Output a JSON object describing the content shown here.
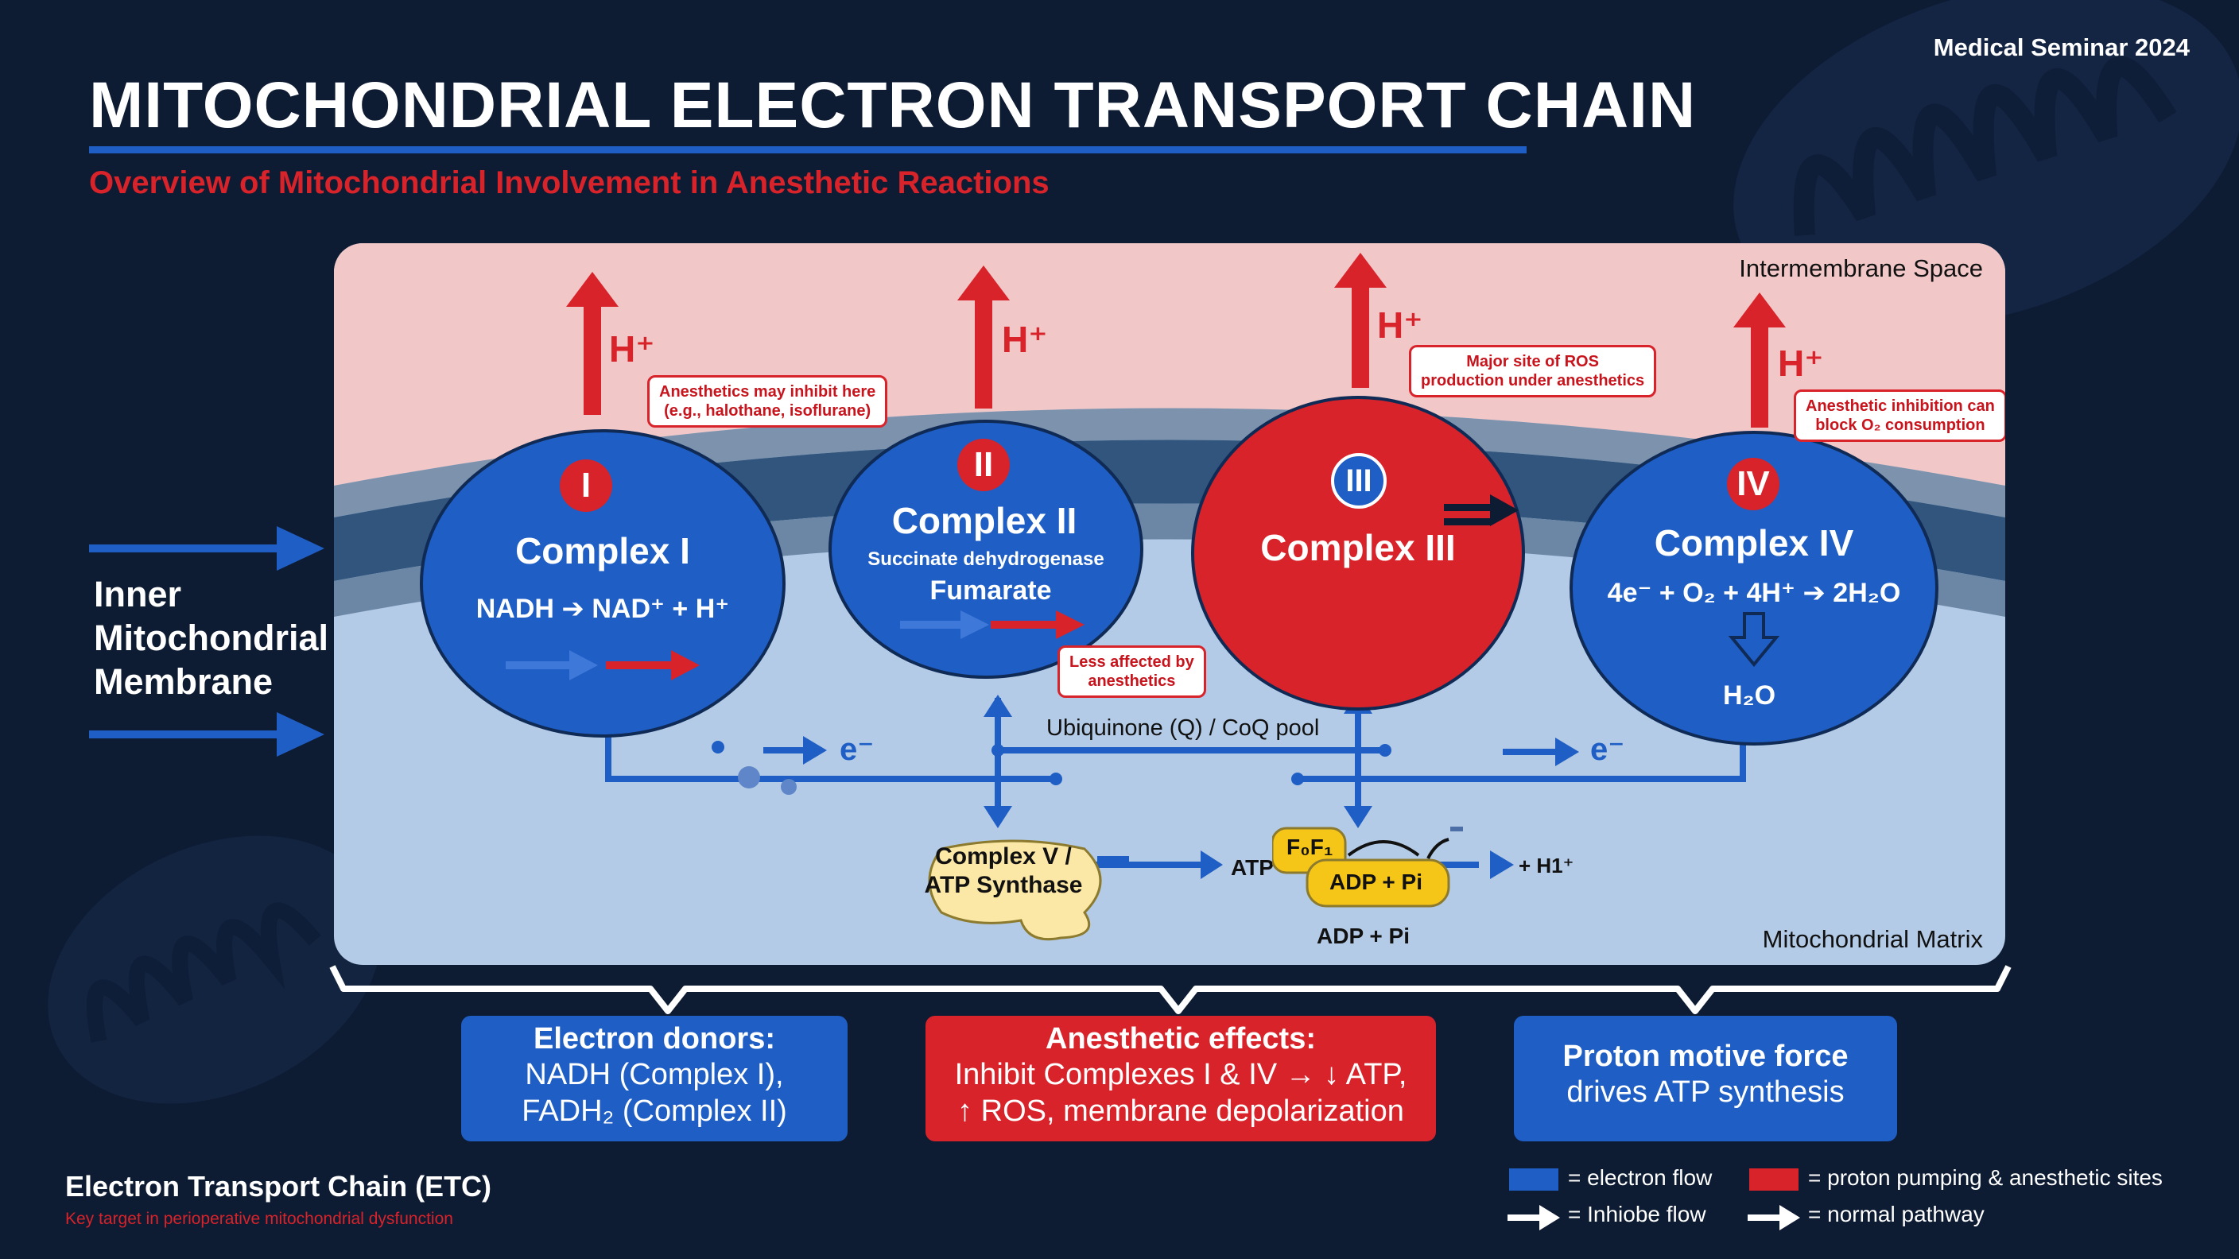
{
  "header": {
    "title": "MITOCHONDRIAL ELECTRON TRANSPORT CHAIN",
    "subtitle": "Overview of Mitochondrial Involvement in Anesthetic Reactions",
    "event": "Medical Seminar 2024"
  },
  "colors": {
    "background": "#0d1b33",
    "accent_blue": "#1f5ec4",
    "accent_red": "#d8232a",
    "intermembrane": "#f2c7c8",
    "matrix": "#b2cbe6",
    "membrane": "#31557d",
    "atp_yellow": "#f5c518"
  },
  "side_label": {
    "line1": "Inner",
    "line2": "Mitochondrial",
    "line3": "Membrane"
  },
  "diagram": {
    "intermembrane_label": "Intermembrane Space",
    "matrix_label": "Mitochondrial Matrix",
    "proton_label": "H⁺",
    "complex1": {
      "numeral": "I",
      "name": "Complex I",
      "reaction_left": "NADH",
      "reaction_right": "NAD⁺ + H⁺"
    },
    "complex2": {
      "numeral": "II",
      "name": "Complex II",
      "enzyme": "Succinate dehydrogenase",
      "product": "Fumarate"
    },
    "complex3": {
      "numeral": "III",
      "name": "Complex III"
    },
    "complex4": {
      "numeral": "IV",
      "name": "Complex IV",
      "reaction_left": "4e⁻ + O₂ + 4H⁺",
      "reaction_right": "2H₂O",
      "product": "H₂O"
    },
    "notes": {
      "complex1_line1": "Anesthetics may inhibit here",
      "complex1_line2": "(e.g., halothane, isoflurane)",
      "complex2_line1": "Less affected by",
      "complex2_line2": "anesthetics",
      "complex3_line1": "Major site of ROS",
      "complex3_line2": "production under anesthetics",
      "complex4_line1": "Anesthetic inhibition can",
      "complex4_line2": "block O₂ consumption"
    },
    "electron_label": "e⁻",
    "ubiquinone_label": "Ubiquinone (Q) / CoQ pool",
    "complex5": {
      "line1": "Complex V /",
      "line2": "ATP Synthase"
    },
    "atp_label": "ATP",
    "f0f1_label": "F₀F₁",
    "adp_pi_label": "ADP + Pi",
    "adp_pi_below": "ADP + Pi",
    "h1_label": "+ H1⁺"
  },
  "summary_boxes": [
    {
      "heading": "Electron donors:",
      "line1": "NADH (Complex I),",
      "line2": "FADH₂ (Complex II)"
    },
    {
      "heading": "Anesthetic effects:",
      "line1": "Inhibit Complexes I & IV → ↓ ATP,",
      "line2": "↑ ROS, membrane depolarization"
    },
    {
      "heading": "Proton motive force",
      "line1": "drives ATP synthesis"
    }
  ],
  "footer": {
    "etc_title": "Electron Transport Chain (ETC)",
    "etc_subtitle": "Key target in perioperative mitochondrial dysfunction"
  },
  "legend": {
    "electron_flow": "= electron flow",
    "proton_pumping": "= proton pumping & anesthetic sites",
    "inhibe_flow": "= Inhiobe flow",
    "normal_pathway": "= normal pathway"
  }
}
